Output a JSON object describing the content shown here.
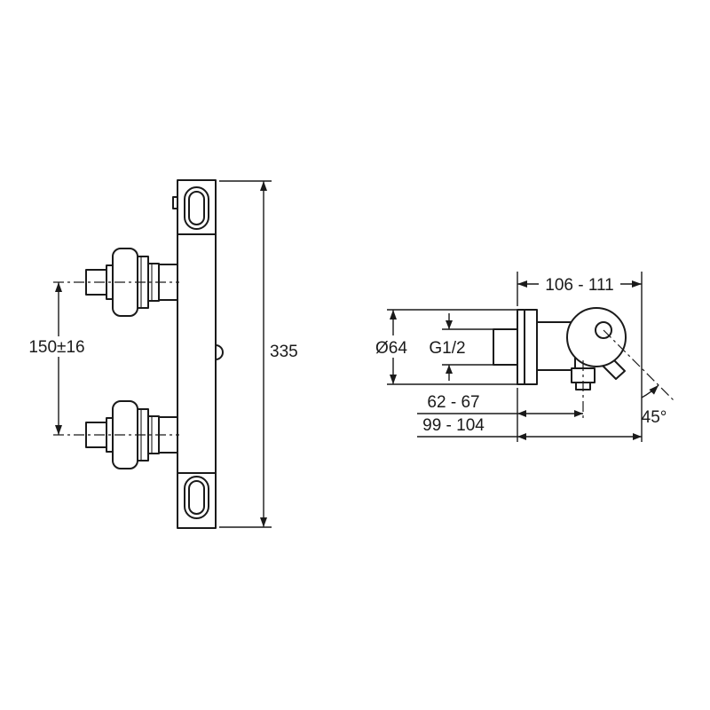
{
  "colors": {
    "background": "#ffffff",
    "line": "#1a1a1a"
  },
  "front_view": {
    "dims": {
      "handle_spacing": "150±16",
      "overall_height": "335"
    }
  },
  "side_view": {
    "dims": {
      "projection_top": "106 - 111",
      "escutcheon_diameter": "Ø64",
      "inlet_thread": "G1/2",
      "outlet_offset": "62 - 67",
      "projection_bottom": "99 - 104",
      "outlet_angle": "45°"
    }
  }
}
